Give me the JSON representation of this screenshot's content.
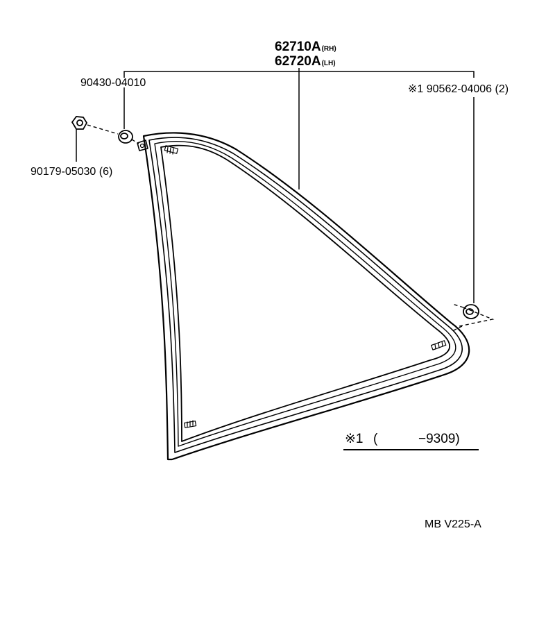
{
  "labels": {
    "main_rh": {
      "number": "62710A",
      "suffix": "(RH)"
    },
    "main_lh": {
      "number": "62720A",
      "suffix": "(LH)"
    },
    "retainer": "90430-04010",
    "nut": "90179-05030 (6)",
    "clip": "※1 90562-04006 (2)",
    "note_prefix": "※1",
    "note_open": "(",
    "note_value": "−9309)",
    "figure_code": "MB V225-A"
  }
}
